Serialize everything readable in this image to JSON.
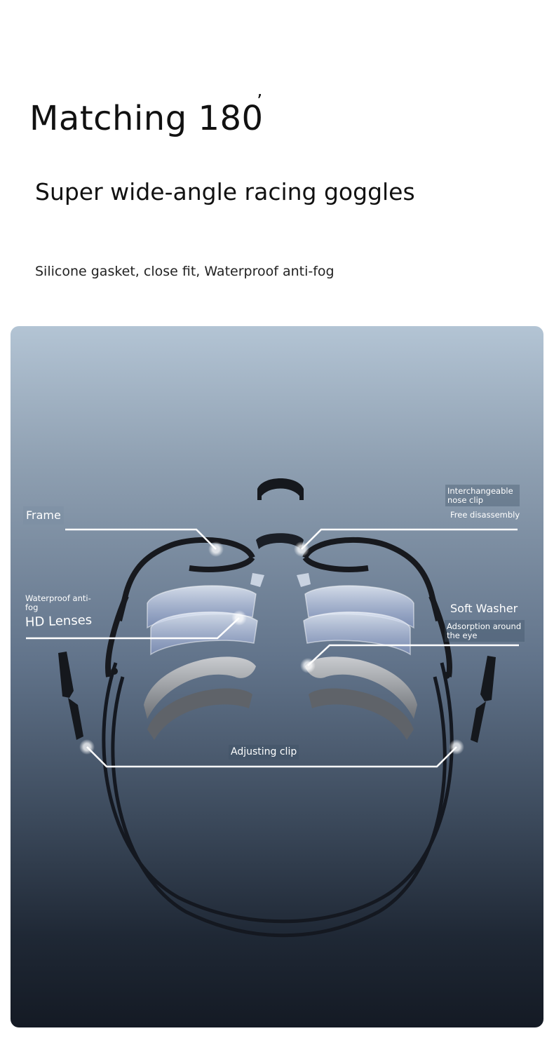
{
  "header": {
    "headline": "Matching 180",
    "headline_mark": "’",
    "subheadline": "Super wide-angle racing goggles",
    "tagline": "Silicone gasket, close fit, Waterproof anti-fog"
  },
  "callouts": {
    "frame": "Frame",
    "nose_clip_title": "Interchangeable nose clip",
    "nose_clip_note": "Free disassembly",
    "lenses_note": "Waterproof anti-fog",
    "lenses_title": "HD Lenses",
    "washer_title": "Soft Washer",
    "washer_note": "Adsorption around the eye",
    "adjusting_clip": "Adjusting clip"
  },
  "colors": {
    "callout_line": "#ffffff",
    "frame": "#16191e",
    "lens_tint": "#cbd6ea",
    "washer": "#8a8d92"
  }
}
